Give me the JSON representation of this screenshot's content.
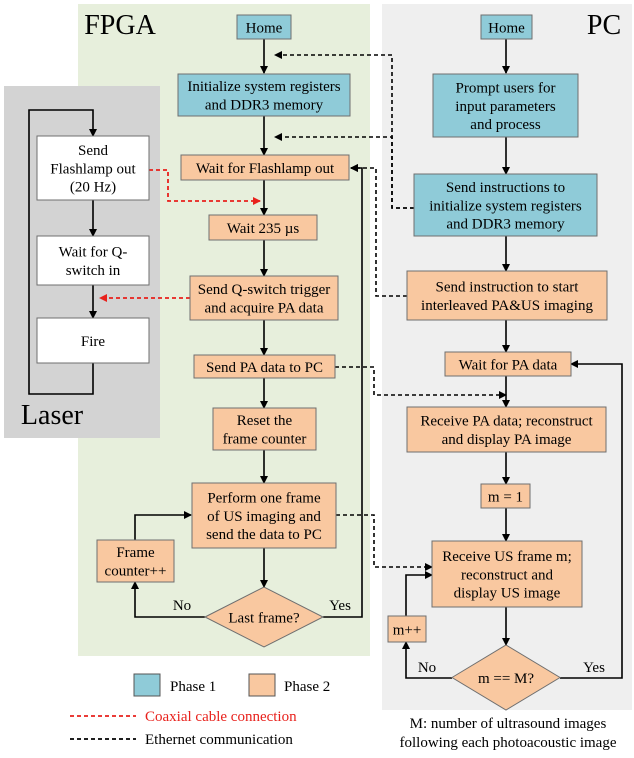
{
  "regions": {
    "fpga": {
      "title": "FPGA",
      "color": "#e7efdc"
    },
    "pc": {
      "title": "PC",
      "color": "#efefef"
    },
    "laser": {
      "title": "Laser",
      "color": "#d3d3d3"
    }
  },
  "colors": {
    "phase1": "#8fcbd8",
    "phase2": "#f9c8a0",
    "white": "#ffffff",
    "coax": "#e8211c",
    "ethernet": "#000000"
  },
  "nodes": {
    "f_home": {
      "lines": [
        "Home"
      ],
      "phase": "phase1"
    },
    "f_init": {
      "lines": [
        "Initialize system registers",
        "and DDR3 memory"
      ],
      "phase": "phase1"
    },
    "f_wait_flash": {
      "lines": [
        "Wait for Flashlamp out"
      ],
      "phase": "phase2"
    },
    "f_wait235": {
      "lines": [
        "Wait 235 µs"
      ],
      "phase": "phase2"
    },
    "f_qswitch": {
      "lines": [
        "Send Q-switch trigger",
        "and acquire PA data"
      ],
      "phase": "phase2"
    },
    "f_send_pa": {
      "lines": [
        "Send PA data to PC"
      ],
      "phase": "phase2"
    },
    "f_reset": {
      "lines": [
        "Reset the",
        "frame counter"
      ],
      "phase": "phase2"
    },
    "f_us": {
      "lines": [
        "Perform one frame",
        "of US imaging and",
        "send the data to PC"
      ],
      "phase": "phase2"
    },
    "f_counter": {
      "lines": [
        "Frame",
        "counter++"
      ],
      "phase": "phase2"
    },
    "f_last": {
      "lines": [
        "Last frame?"
      ],
      "phase": "phase2",
      "shape": "diamond"
    },
    "p_home": {
      "lines": [
        "Home"
      ],
      "phase": "phase1"
    },
    "p_prompt": {
      "lines": [
        "Prompt users for",
        "input parameters",
        "and process"
      ],
      "phase": "phase1"
    },
    "p_send_init": {
      "lines": [
        "Send instructions to",
        "initialize system registers",
        "and DDR3 memory"
      ],
      "phase": "phase1"
    },
    "p_send_start": {
      "lines": [
        "Send instruction to start",
        "interleaved PA&US imaging"
      ],
      "phase": "phase2"
    },
    "p_wait_pa": {
      "lines": [
        "Wait for PA data"
      ],
      "phase": "phase2"
    },
    "p_receive_pa": {
      "lines": [
        "Receive PA data; reconstruct",
        "and display PA image"
      ],
      "phase": "phase2"
    },
    "p_m1": {
      "lines": [
        "m = 1"
      ],
      "phase": "phase2"
    },
    "p_receive_us": {
      "lines": [
        "Receive US frame m;",
        "reconstruct and",
        "display US image"
      ],
      "phase": "phase2"
    },
    "p_mpp": {
      "lines": [
        "m++"
      ],
      "phase": "phase2"
    },
    "p_mcheck": {
      "lines": [
        "m == M?"
      ],
      "phase": "phase2",
      "shape": "diamond"
    },
    "l_flash": {
      "lines": [
        "Send",
        "Flashlamp out",
        "(20 Hz)"
      ],
      "phase": "white"
    },
    "l_wait_q": {
      "lines": [
        "Wait for Q-",
        "switch in"
      ],
      "phase": "white"
    },
    "l_fire": {
      "lines": [
        "Fire"
      ],
      "phase": "white"
    }
  },
  "branch_labels": {
    "f_no": "No",
    "f_yes": "Yes",
    "p_no": "No",
    "p_yes": "Yes"
  },
  "legend": {
    "phase1": "Phase 1",
    "phase2": "Phase 2",
    "coax": "Coaxial cable connection",
    "ethernet": "Ethernet communication"
  },
  "note": [
    "M: number of ultrasound images",
    "following each photoacoustic image"
  ]
}
